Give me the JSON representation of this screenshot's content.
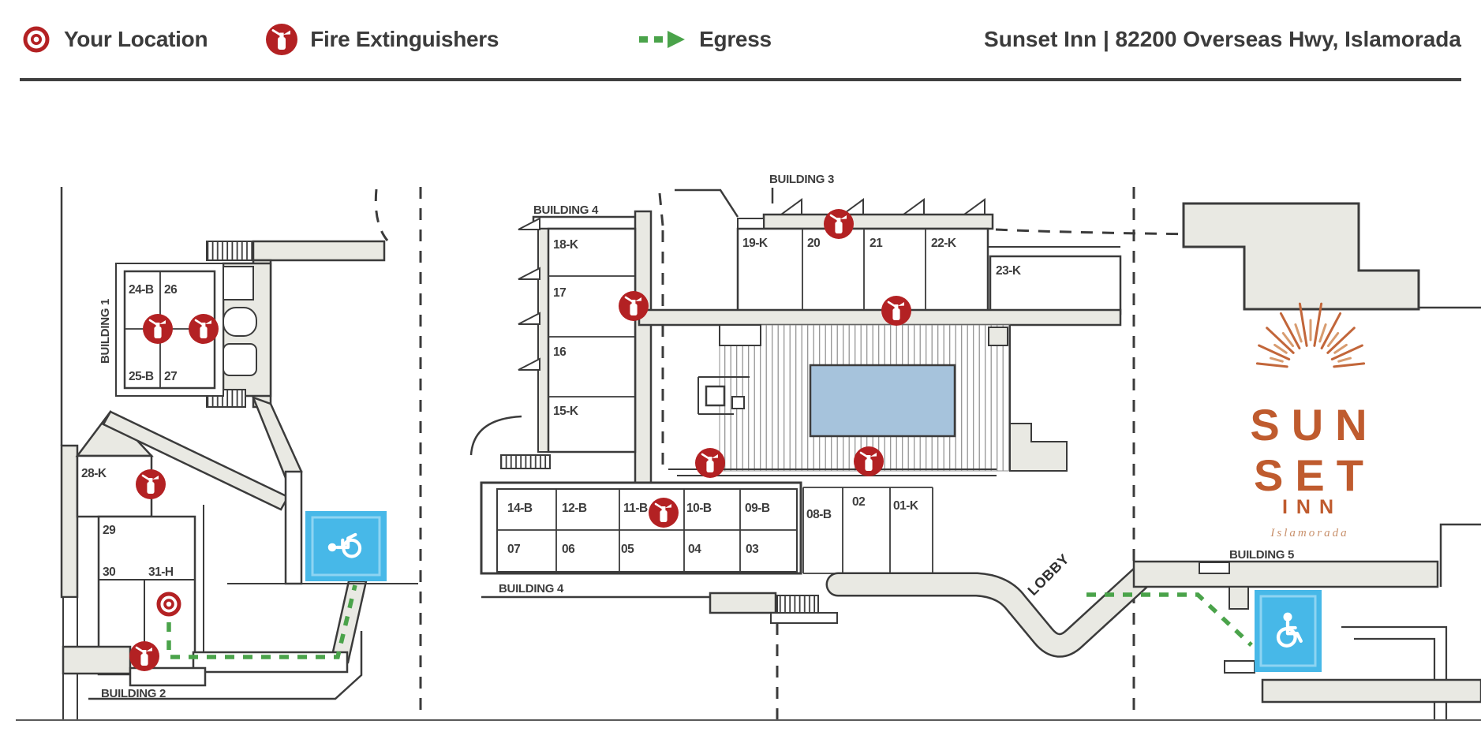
{
  "header": {
    "legend": [
      {
        "icon": "your-location-icon",
        "label": "Your Location"
      },
      {
        "icon": "fire-extinguisher-icon",
        "label": "Fire Extinguishers"
      },
      {
        "icon": "egress-arrow-icon",
        "label": "Egress"
      }
    ],
    "title": "Sunset Inn | 82200 Overseas Hwy, Islamorada"
  },
  "map": {
    "building1": {
      "label": "BUILDING 1",
      "rooms": [
        "24-B",
        "26",
        "25-B",
        "27"
      ]
    },
    "building2": {
      "label": "BUILDING 2",
      "rooms": [
        "28-K",
        "29",
        "30",
        "31-H"
      ]
    },
    "building3": {
      "label": "BUILDING 3",
      "rooms": [
        "19-K",
        "20",
        "21",
        "22-K",
        "23-K"
      ]
    },
    "building4_north": {
      "label": "BUILDING 4",
      "rooms": [
        "18-K",
        "17",
        "16",
        "15-K"
      ]
    },
    "building4_south": {
      "label": "BUILDING 4",
      "rooms_upper": [
        "14-B",
        "12-B",
        "11-B",
        "10-B",
        "09-B"
      ],
      "rooms_lower": [
        "07",
        "06",
        "05",
        "04",
        "03"
      ]
    },
    "building5": {
      "label": "BUILDING 5"
    },
    "annex_rooms": [
      "08-B",
      "02",
      "01-K"
    ],
    "lobby_label": "LOBBY",
    "markers": {
      "your_location_count": 1,
      "fire_extinguisher_count": 10,
      "accessible_exit_count": 2
    }
  },
  "logo": {
    "line1": "SUN",
    "line2": "SET",
    "line3": "INN",
    "line4": "Islamorada"
  },
  "colors": {
    "marker_red": "#b32123",
    "egress_green": "#4aa34a",
    "accessible_blue": "#47b8e8",
    "pool_blue": "#a6c3dc",
    "building_fill": "#e9e9e3",
    "outline": "#3b3b3b",
    "logo_orange": "#bf5b2e"
  }
}
